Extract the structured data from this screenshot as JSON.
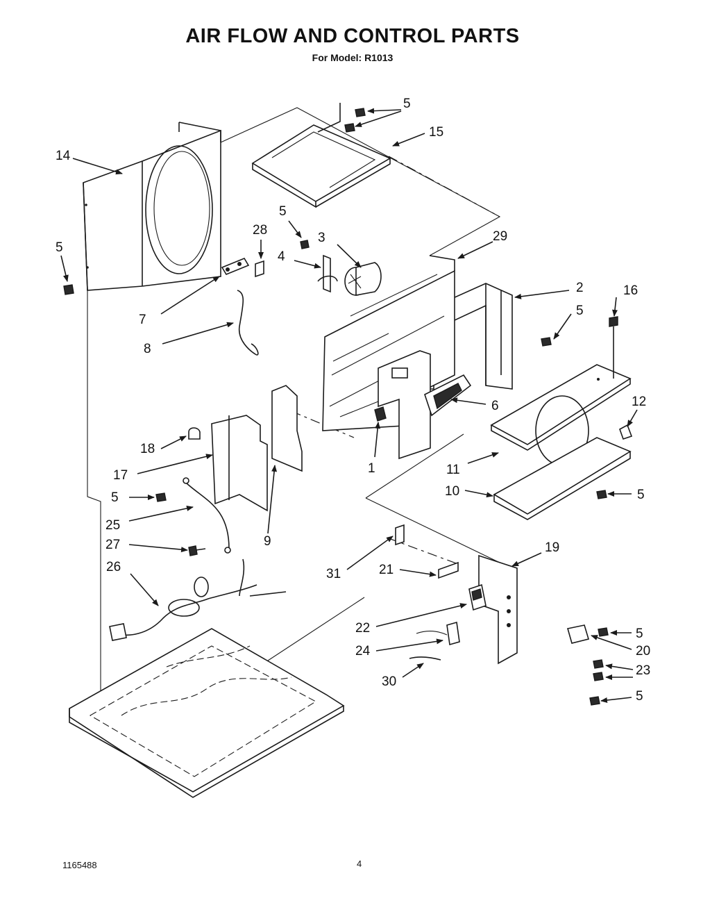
{
  "title": "AIR FLOW AND CONTROL PARTS",
  "subtitle": "For Model: R1013",
  "footer": {
    "doc_number": "1165488",
    "page_number": "4"
  },
  "callouts": {
    "c1": "1",
    "c2": "2",
    "c3": "3",
    "c4": "4",
    "c5a": "5",
    "c5b": "5",
    "c5c": "5",
    "c5d": "5",
    "c5e": "5",
    "c5f": "5",
    "c5g": "5",
    "c5h": "5",
    "c6": "6",
    "c7": "7",
    "c8": "8",
    "c9": "9",
    "c10": "10",
    "c11": "11",
    "c12": "12",
    "c14": "14",
    "c15": "15",
    "c16": "16",
    "c17": "17",
    "c18": "18",
    "c19": "19",
    "c20": "20",
    "c21": "21",
    "c22": "22",
    "c23": "23",
    "c24": "24",
    "c25": "25",
    "c26": "26",
    "c27": "27",
    "c28": "28",
    "c29": "29",
    "c30": "30",
    "c31": "31"
  }
}
